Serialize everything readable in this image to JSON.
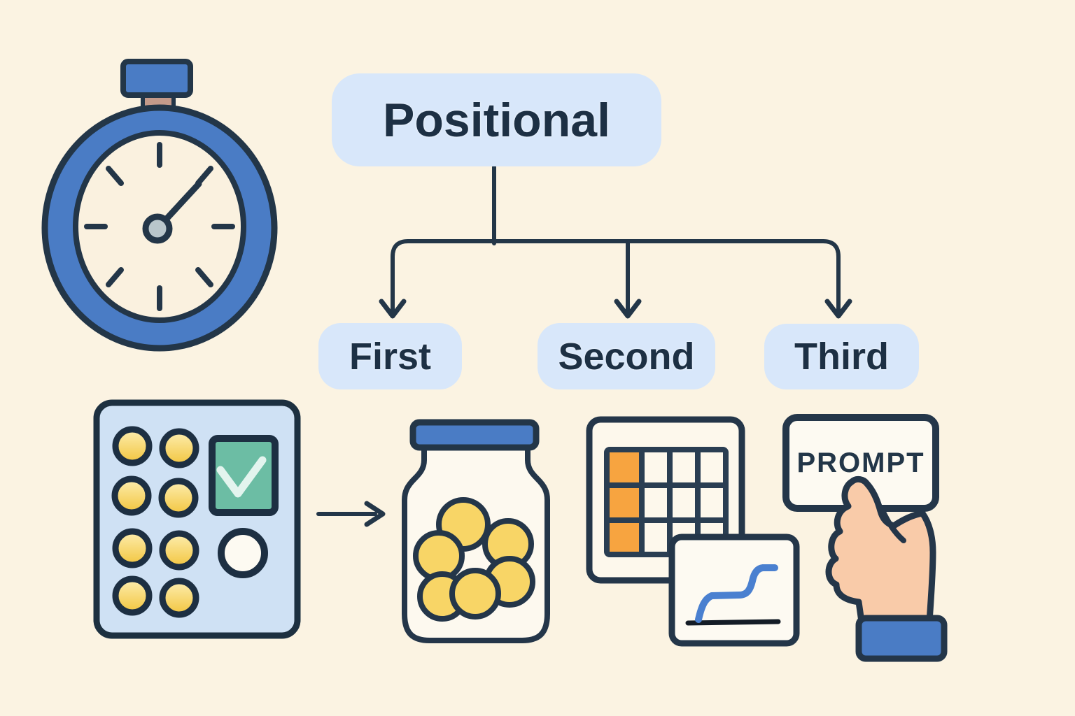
{
  "palette": {
    "background": "#fbf3e2",
    "outline": "#233648",
    "blue": "#4a7cc5",
    "label_fill": "#d8e7fa",
    "panel_fill": "#cfe1f4",
    "button_yellow": "#f5c94e",
    "button_yellow_light": "#fdeeb0",
    "coin_yellow": "#f8d566",
    "check_green": "#6cbda4",
    "check_mark": "#e3f4ee",
    "cell_orange": "#f7a440",
    "chart_line_blue": "#4a80d0",
    "skin": "#f9cba9",
    "card_fill": "#fdfaf2",
    "watch_center_gray": "#b9c6cb",
    "stem_tan": "#c49a8a"
  },
  "tree": {
    "root": {
      "label": "Positional"
    },
    "children": [
      {
        "label": "First",
        "icon": "coin-jar-icon"
      },
      {
        "label": "Second",
        "icon": "table-and-step-chart-icon"
      },
      {
        "label": "Third",
        "icon": "hand-holding-prompt-card-icon"
      }
    ]
  },
  "prompt_card": {
    "label": "PROMPT"
  },
  "icons": [
    "stopwatch-icon",
    "button-panel-icon",
    "check-icon",
    "arrow-right-icon",
    "coin-jar-icon",
    "table-grid-icon",
    "step-chart-icon",
    "hand-holding-prompt-card-icon"
  ]
}
